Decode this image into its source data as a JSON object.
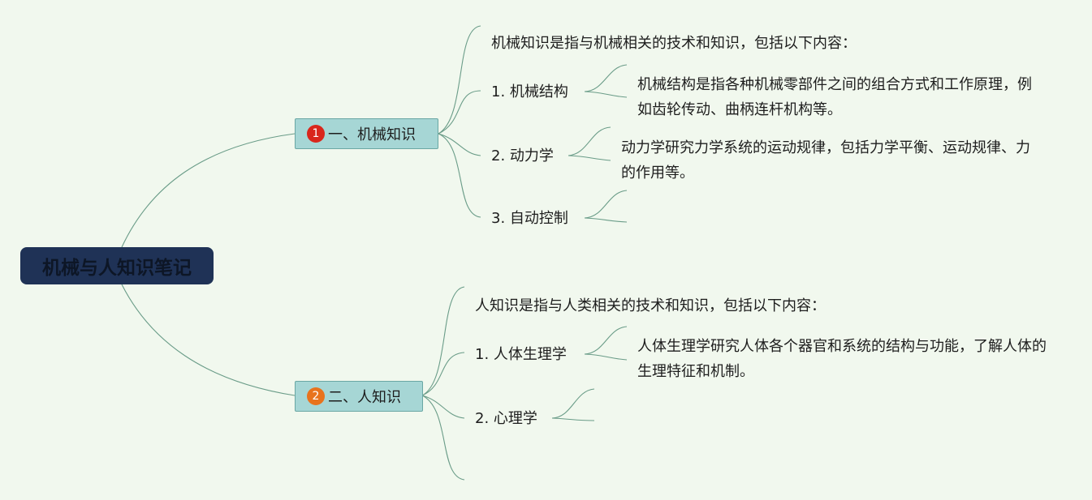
{
  "root": {
    "label": "机械与人知识笔记"
  },
  "branches": [
    {
      "marker": "1",
      "marker_color": "#d9261c",
      "label": "一、机械知识",
      "intro": "机械知识是指与机械相关的技术和知识，包括以下内容：",
      "items": [
        {
          "label": "1. 机械结构",
          "detail": "机械结构是指各种机械零部件之间的组合方式和工作原理，例如齿轮传动、曲柄连杆机构等。"
        },
        {
          "label": "2. 动力学",
          "detail": "动力学研究力学系统的运动规律，包括力学平衡、运动规律、力的作用等。"
        },
        {
          "label": "3. 自动控制",
          "detail": ""
        }
      ]
    },
    {
      "marker": "2",
      "marker_color": "#e8731d",
      "label": "二、人知识",
      "intro": "人知识是指与人类相关的技术和知识，包括以下内容：",
      "items": [
        {
          "label": "1. 人体生理学",
          "detail": "人体生理学研究人体各个器官和系统的结构与功能，了解人体的生理特征和机制。"
        },
        {
          "label": "2. 心理学",
          "detail": ""
        }
      ]
    }
  ],
  "colors": {
    "background": "#f1f8ee",
    "root_fill": "#1f3256",
    "branch_fill": "#a6d6d5",
    "connector": "#6a9c88"
  }
}
